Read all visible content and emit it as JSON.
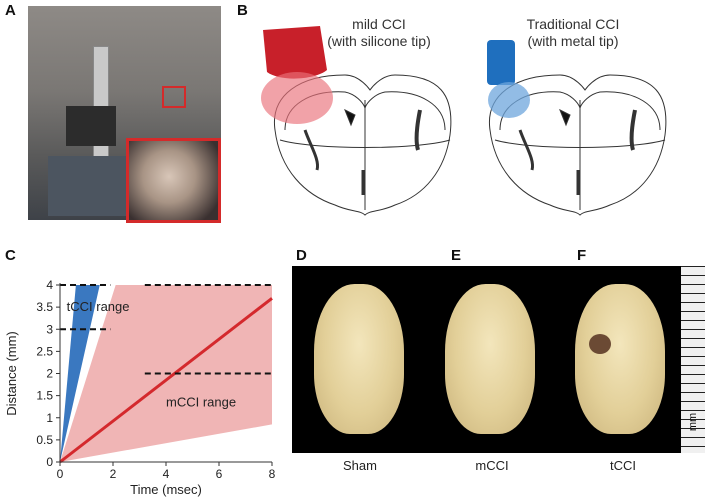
{
  "panels": {
    "a": "A",
    "b": "B",
    "c": "C",
    "d": "D",
    "e": "E",
    "f": "F"
  },
  "panel_b": {
    "mild_label_line1": "mild CCI",
    "mild_label_line2": "(with silicone tip)",
    "trad_label_line1": "Traditional CCI",
    "trad_label_line2": "(with metal tip)"
  },
  "panel_def": {
    "captions": [
      "Sham",
      "mCCI",
      "tCCI"
    ],
    "ruler_unit": "mm"
  },
  "chart_data": {
    "type": "area",
    "xlabel": "Time (msec)",
    "ylabel": "Distance (mm)",
    "xlim": [
      0,
      8
    ],
    "ylim": [
      0,
      4
    ],
    "x_ticks": [
      "0",
      "2",
      "4",
      "6",
      "8"
    ],
    "y_ticks": [
      "0",
      "0.5",
      "1",
      "1.5",
      "2",
      "2.5",
      "3",
      "3.5",
      "4"
    ],
    "annotations": [
      "tCCI range",
      "mCCI range"
    ],
    "series": [
      {
        "name": "tCCI range",
        "color": "#3a78c0",
        "band_upper": [
          [
            0,
            0
          ],
          [
            1.5,
            4
          ]
        ],
        "band_lower": [
          [
            0,
            0
          ],
          [
            0.6,
            4
          ]
        ]
      },
      {
        "name": "mCCI range",
        "color": "#d4292d",
        "band_upper": [
          [
            0,
            0
          ],
          [
            2.1,
            4
          ]
        ],
        "band_lower": [
          [
            0,
            0
          ],
          [
            8,
            0.85
          ]
        ],
        "line": [
          [
            0,
            0
          ],
          [
            8,
            3.7
          ]
        ],
        "band_fill": "#f0b5b5"
      }
    ],
    "dashed_lines": [
      {
        "x": [
          0,
          1.9
        ],
        "y": 4
      },
      {
        "x": [
          0,
          1.9
        ],
        "y": 3
      },
      {
        "x": [
          3.2,
          8
        ],
        "y": 4
      },
      {
        "x": [
          3.2,
          8
        ],
        "y": 2
      }
    ],
    "grid": false
  }
}
